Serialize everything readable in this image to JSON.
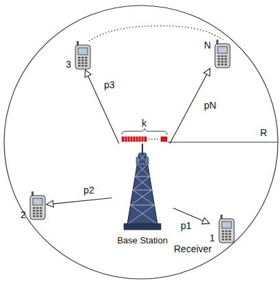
{
  "diagram": {
    "nodes": [
      {
        "text": [
          "3"
        ]
      },
      {
        "text": [
          "N"
        ]
      },
      {
        "text": [
          "Base Station"
        ]
      },
      {
        "text": [
          "2"
        ]
      },
      {
        "text": [
          "1"
        ]
      }
    ],
    "edges": [
      {
        "from": 2,
        "to": 0,
        "label": "p3",
        "arrow": "to"
      },
      {
        "from": 2,
        "to": 1,
        "label": "pN",
        "arrow": "to"
      },
      {
        "from": 2,
        "to": 3,
        "label": "p2",
        "arrow": "to"
      },
      {
        "from": 2,
        "to": 4,
        "label": "p1",
        "arrow": "to"
      },
      {
        "from": 0,
        "to": 1,
        "arrow": "none"
      }
    ],
    "labels": [
      "k",
      "R",
      "Receiver"
    ]
  }
}
